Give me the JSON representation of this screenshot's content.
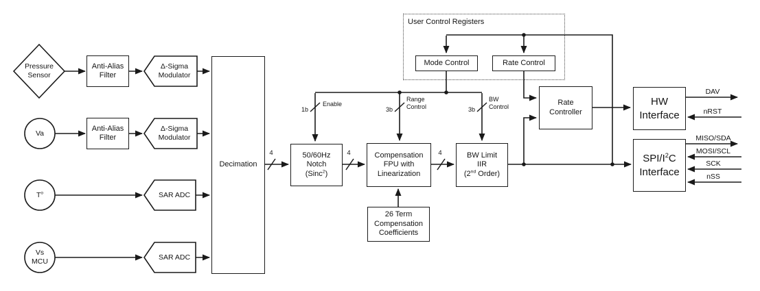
{
  "diagram": {
    "sources": {
      "pressure_sensor": {
        "line1": "Pressure",
        "line2": "Sensor"
      },
      "va": "Va",
      "temperature": {
        "base": "T",
        "sup": "o"
      },
      "vs_mcu": {
        "line1": "Vs",
        "line2": "MCU"
      }
    },
    "analog_frontend": {
      "anti_alias_1": {
        "line1": "Anti-Alias",
        "line2": "Filter"
      },
      "anti_alias_2": {
        "line1": "Anti-Alias",
        "line2": "Filter"
      },
      "delta_sigma_1": {
        "line1": "Δ-Sigma",
        "line2": "Modulator"
      },
      "delta_sigma_2": {
        "line1": "Δ-Sigma",
        "line2": "Modulator"
      },
      "sar_adc_1": "SAR ADC",
      "sar_adc_2": "SAR ADC"
    },
    "dsp_chain": {
      "decimation": "Decimation",
      "notch": {
        "line1": "50/60Hz",
        "line2": "Notch",
        "line3_base": "(Sinc",
        "line3_sup": "2",
        "line3_end": ")"
      },
      "comp_fpu": {
        "line1": "Compensation",
        "line2": "FPU with",
        "line3": "Linearization"
      },
      "bw_limit": {
        "line1": "BW Limit",
        "line2": "IIR",
        "line3_base": "(2",
        "line3_sup": "nd",
        "line3_end": " Order)"
      },
      "coefficients": {
        "line1": "26 Term",
        "line2": "Compensation",
        "line3": "Coefficients"
      }
    },
    "control": {
      "registers_title": "User Control Registers",
      "mode_control": "Mode Control",
      "rate_control": "Rate Control",
      "rate_controller": {
        "line1": "Rate",
        "line2": "Controller"
      }
    },
    "interfaces": {
      "hw": {
        "line1": "HW",
        "line2": "Interface"
      },
      "spi": {
        "line1_base": "SPI/I",
        "line1_sup": "2",
        "line1_end": "C",
        "line2": "Interface"
      }
    },
    "pins": {
      "dav": "DAV",
      "nrst": "nRST",
      "miso_sda": "MISO/SDA",
      "mosi_scl": "MOSI/SCL",
      "sck": "SCK",
      "nss": "nSS"
    },
    "bus_labels": {
      "width4": "4",
      "enable_width": "1b",
      "enable": "Enable",
      "range_width": "3b",
      "range_line1": "Range",
      "range_line2": "Control",
      "bw_width": "3b",
      "bw_line1": "BW",
      "bw_line2": "Control"
    },
    "colors": {
      "line": "#1a1a1a",
      "background": "#ffffff"
    }
  }
}
